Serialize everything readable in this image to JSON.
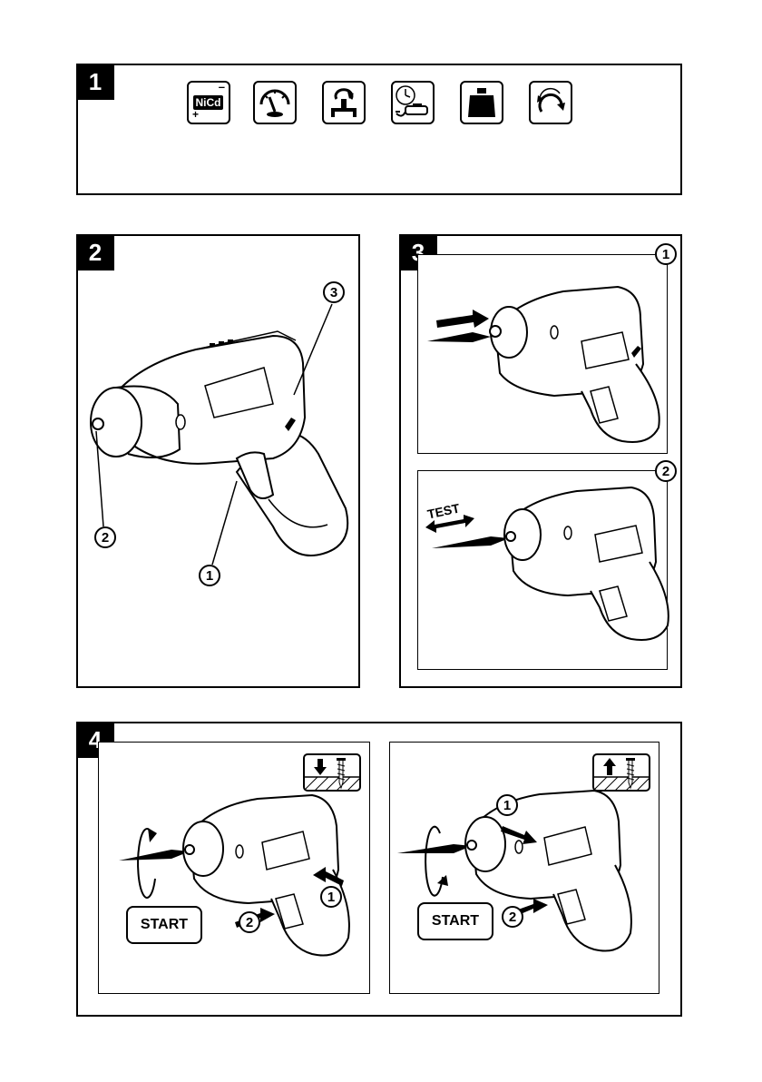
{
  "panel1": {
    "number": "1",
    "icons": [
      {
        "name": "nicd-battery-icon",
        "text": "NiCd",
        "plus": "+",
        "minus": "–"
      },
      {
        "name": "torque-gauge-icon"
      },
      {
        "name": "spindle-rotation-icon"
      },
      {
        "name": "charging-time-icon"
      },
      {
        "name": "weight-icon"
      },
      {
        "name": "rotation-direction-icon"
      }
    ]
  },
  "panel2": {
    "number": "2",
    "callouts": [
      "1",
      "2",
      "3"
    ]
  },
  "panel3": {
    "number": "3",
    "callouts": [
      "1",
      "2"
    ],
    "test_label": "TEST"
  },
  "panel4": {
    "number": "4",
    "left": {
      "start_label": "START",
      "callouts": [
        "1",
        "2"
      ],
      "direction": "screw-in-icon"
    },
    "right": {
      "start_label": "START",
      "callouts": [
        "1",
        "2"
      ],
      "direction": "screw-out-icon"
    }
  }
}
